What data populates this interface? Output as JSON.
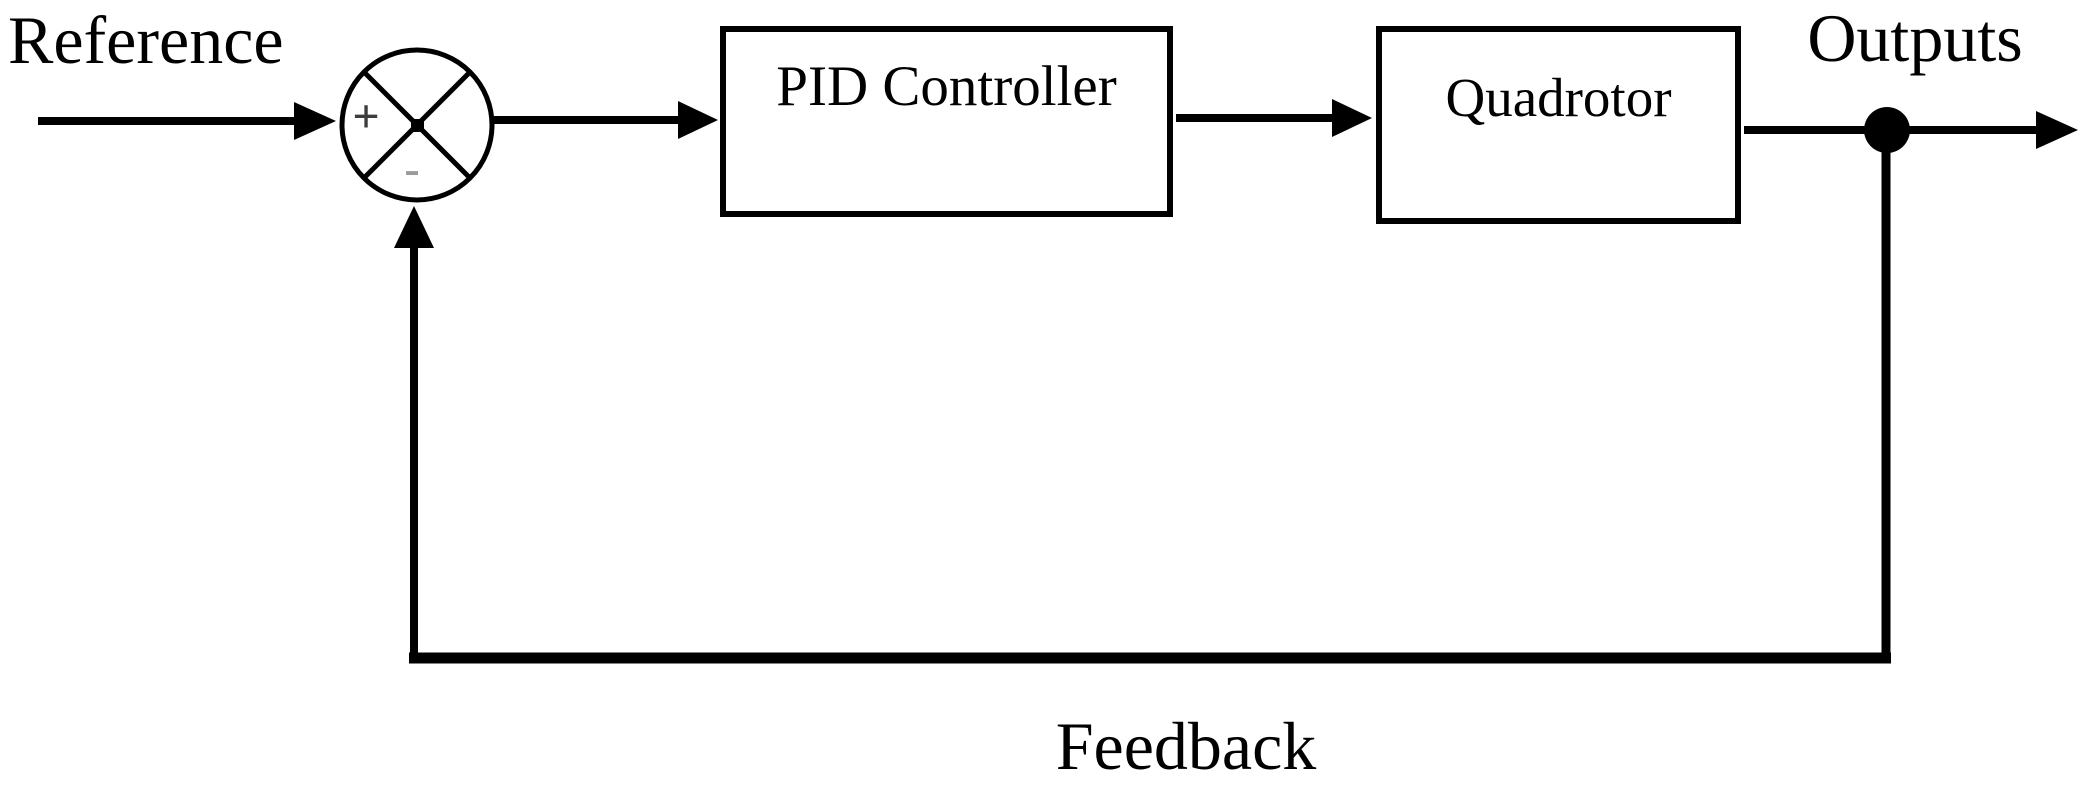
{
  "diagram": {
    "reference_label": "Reference",
    "outputs_label": "Outputs",
    "feedback_label": "Feedback",
    "blocks": {
      "controller": "PID Controller",
      "plant": "Quadrotor"
    },
    "summing_junction": {
      "plus": "+",
      "minus": "-"
    },
    "colors": {
      "line": "#000000",
      "background": "#ffffff",
      "plus_sign": "#3d3d3d",
      "minus_sign": "#9a9a9a"
    }
  }
}
